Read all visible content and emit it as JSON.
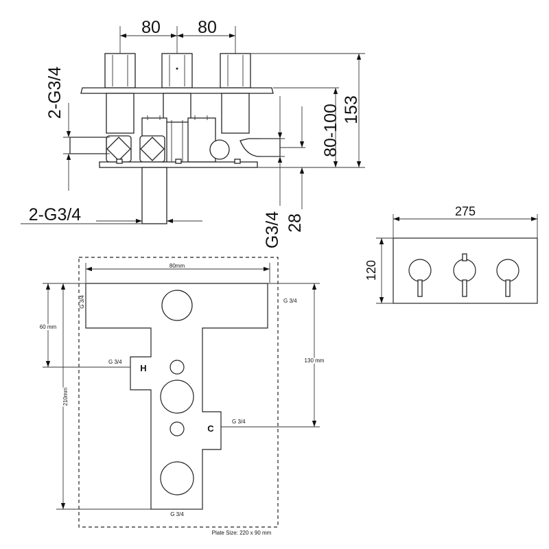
{
  "top_view": {
    "dim_spacing_1": "80",
    "dim_spacing_2": "80",
    "dim_inlet_side": "2-G3/4",
    "dim_inlet_bottom": "2-G3/4",
    "dim_height_total": "153",
    "dim_depth_range": "80-100",
    "dim_outlet": "G3/4",
    "dim_outlet_offset": "28"
  },
  "plate_view": {
    "dim_width": "275",
    "dim_height": "120"
  },
  "body_view": {
    "dim_top_width": "80mm",
    "dim_60": "60 mm",
    "dim_210": "210mm",
    "dim_130": "130 mm",
    "port_top_left": "G 3/4",
    "port_top_right": "G 3/4",
    "port_hot_side": "G 3/4",
    "port_cold_side": "G 3/4",
    "port_bottom": "G 3/4",
    "hot_label": "H",
    "cold_label": "C",
    "plate_size": "Plate Size: 220 x 90 mm"
  }
}
